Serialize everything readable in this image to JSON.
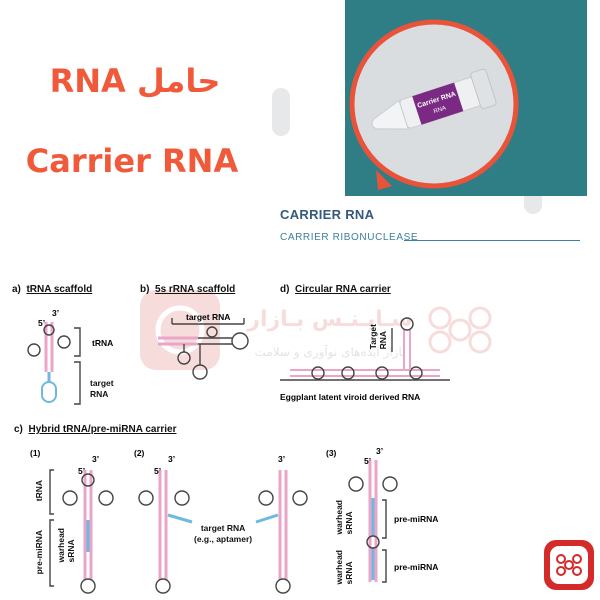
{
  "header": {
    "title_fa": "حامل RNA",
    "title_en": "Carrier RNA"
  },
  "product": {
    "name": "CARRIER RNA",
    "subtitle": "CARRIER RIBONUCLEASE",
    "tube_label": "Carrier RNA",
    "tube_label_small": "RNA"
  },
  "panels": {
    "a": {
      "letter": "a)",
      "title": "tRNA scaffold",
      "five": "5’",
      "three": "3’",
      "trna": "tRNA",
      "target": "target\nRNA"
    },
    "b": {
      "letter": "b)",
      "title": "5s rRNA scaffold",
      "target": "target RNA"
    },
    "d": {
      "letter": "d)",
      "title": "Circular RNA carrier",
      "target_vert": "Target\nRNA",
      "caption": "Eggplant latent viroid derived RNA"
    },
    "c": {
      "letter": "c)",
      "title": "Hybrid tRNA/pre-miRNA carrier",
      "sub1": "(1)",
      "sub2": "(2)",
      "sub3": "(3)",
      "five": "5’",
      "three": "3’",
      "trna": "tRNA",
      "pre_mirna_vert": "pre-miRNA",
      "warhead_vert": "warhead\nsRNA",
      "target_aptamer": "target RNA\n(e.g., aptamer)",
      "pre_mirna": "pre-miRNA"
    }
  },
  "watermark": {
    "line1": "سـایـنـس بـازار",
    "line2": "بازار ایده‌های نوآوری و سلامت"
  },
  "colors": {
    "accent": "#f05a3a",
    "teal": "#2f7e85",
    "tube_purple": "#7b2a83",
    "stem_pink": "#e9a6c8",
    "stem_blue": "#6fb9e0",
    "logo_red": "#d42a2a"
  },
  "icons": {
    "logo": "hexagon-network-logo-icon",
    "tube": "microcentrifuge-tube-icon"
  }
}
